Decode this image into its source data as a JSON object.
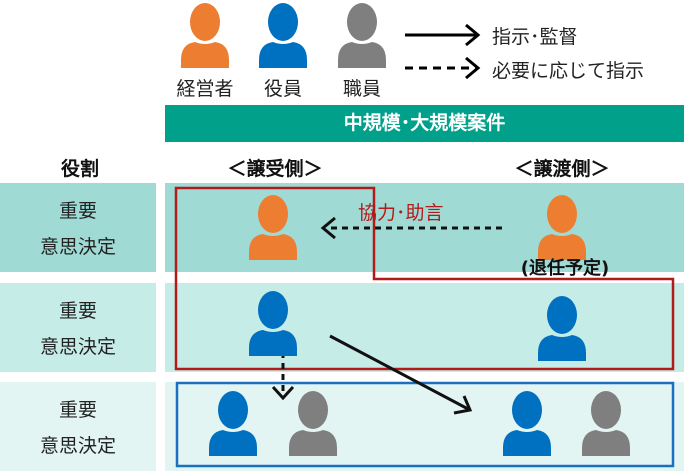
{
  "legend": {
    "roles": [
      {
        "label": "経営者",
        "color": "#ed7d31"
      },
      {
        "label": "役員",
        "color": "#0070c0"
      },
      {
        "label": "職員",
        "color": "#7f7f7f"
      }
    ],
    "arrows": [
      {
        "style": "solid",
        "label": "指示･監督"
      },
      {
        "style": "dashed",
        "label": "必要に応じて指示"
      }
    ]
  },
  "header": {
    "title": "中規模･大規模案件",
    "color": "#00a08a"
  },
  "columns": {
    "role": "役割",
    "acquirer": "＜譲受側＞",
    "seller": "＜譲渡側＞"
  },
  "rows": [
    {
      "line1": "重要",
      "line2": "意思決定",
      "bg": "#9fdad4"
    },
    {
      "line1": "重要",
      "line2": "意思決定",
      "bg": "#c6ece8"
    },
    {
      "line1": "重要",
      "line2": "意思決定",
      "bg": "#e3f5f3"
    }
  ],
  "annotations": {
    "cooperation": "協力･助言",
    "retiring": "(退任予定)"
  }
}
